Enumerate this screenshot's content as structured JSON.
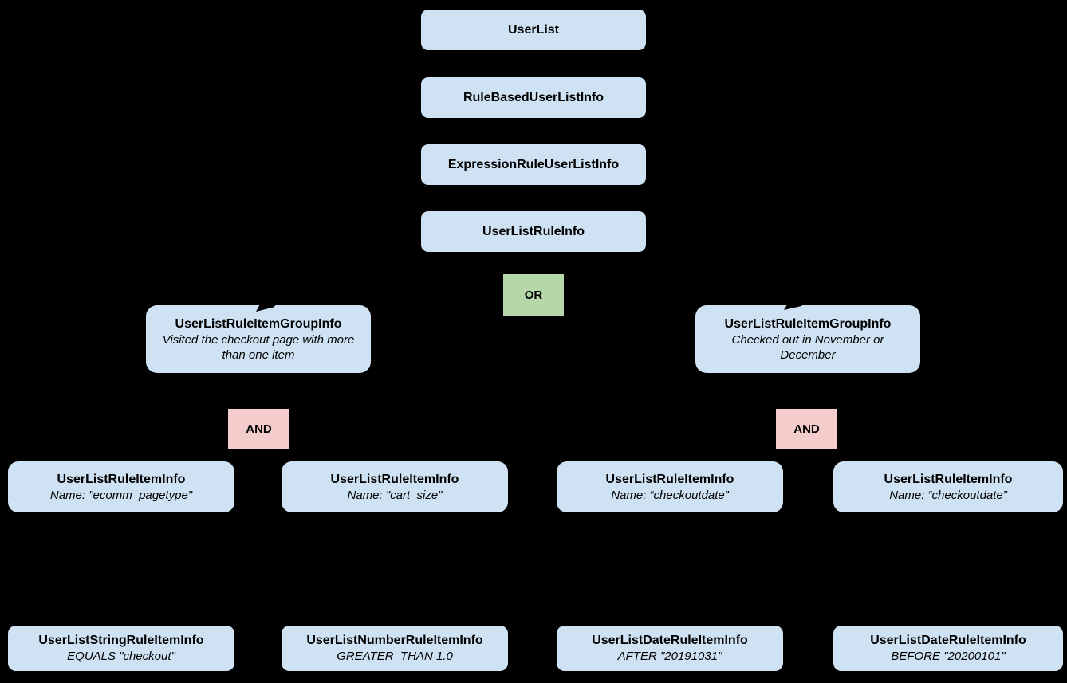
{
  "diagram": {
    "background_color": "#000000",
    "colors": {
      "node_fill": "#cfe2f3",
      "or_fill": "#b6d7a8",
      "and_fill": "#f4cccc",
      "text": "#000000"
    },
    "icons": {
      "arrowhead": "black connector arrowhead"
    },
    "chain": [
      {
        "label": "UserList"
      },
      {
        "label": "RuleBasedUserListInfo"
      },
      {
        "label": "ExpressionRuleUserListInfo"
      },
      {
        "label": "UserListRuleInfo"
      }
    ],
    "or_label": "OR",
    "groups": [
      {
        "title": "UserListRuleItemGroupInfo",
        "subtitle": "Visited the checkout page with more than one item",
        "operator": "AND"
      },
      {
        "title": "UserListRuleItemGroupInfo",
        "subtitle": "Checked out in November or December",
        "operator": "AND"
      }
    ],
    "rule_items": [
      {
        "title": "UserListRuleItemInfo",
        "subtitle": "Name: \"ecomm_pagetype\""
      },
      {
        "title": "UserListRuleItemInfo",
        "subtitle": "Name: \"cart_size\""
      },
      {
        "title": "UserListRuleItemInfo",
        "subtitle": "Name: “checkoutdate”"
      },
      {
        "title": "UserListRuleItemInfo",
        "subtitle": "Name: “checkoutdate”"
      }
    ],
    "leaf_items": [
      {
        "title": "UserListStringRuleItemInfo",
        "subtitle": "EQUALS \"checkout\""
      },
      {
        "title": "UserListNumberRuleItemInfo",
        "subtitle": "GREATER_THAN 1.0"
      },
      {
        "title": "UserListDateRuleItemInfo",
        "subtitle": "AFTER \"20191031\""
      },
      {
        "title": "UserListDateRuleItemInfo",
        "subtitle": "BEFORE \"20200101\""
      }
    ]
  }
}
